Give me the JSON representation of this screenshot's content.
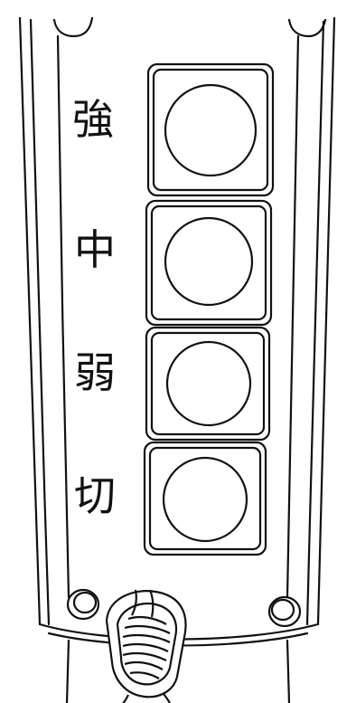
{
  "buttons": [
    {
      "id": "strong",
      "label": "強"
    },
    {
      "id": "medium",
      "label": "中"
    },
    {
      "id": "weak",
      "label": "弱"
    },
    {
      "id": "off",
      "label": "切"
    }
  ],
  "colors": {
    "stroke": "#111111",
    "background": "#ffffff"
  },
  "icons": {
    "mount": "mounting-hole-icon",
    "cable": "cable-strain-relief-icon"
  }
}
